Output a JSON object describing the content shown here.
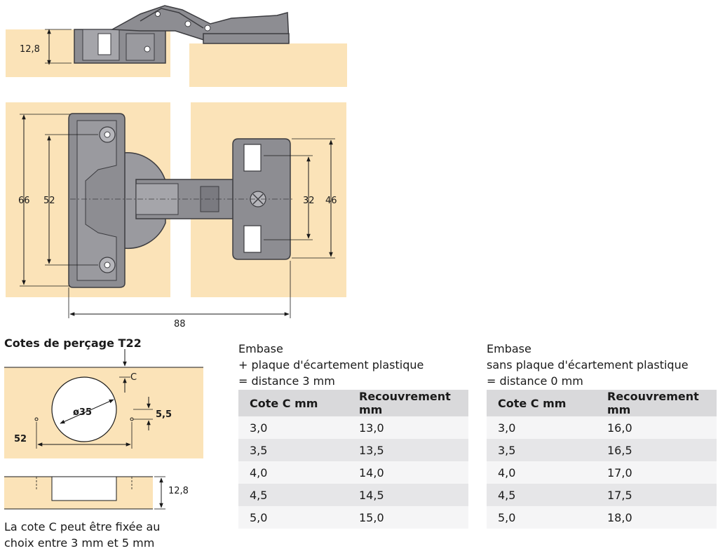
{
  "dims": {
    "side_thickness": "12,8",
    "height_outer": "66",
    "height_inner": "52",
    "plate_inner": "32",
    "plate_outer": "46",
    "width_total": "88"
  },
  "drilling": {
    "title": "Cotes de perçage T22",
    "cote_c": "C",
    "diameter": "ø35",
    "offset": "5,5",
    "distance": "52",
    "depth": "12,8",
    "note_line1": "La cote C peut être fixée au",
    "note_line2": "choix entre 3 mm et 5 mm"
  },
  "tables": [
    {
      "heading_line1": "Embase",
      "heading_line2": "+ plaque d'écartement plastique",
      "heading_line3": "= distance 3 mm",
      "col1": "Cote C mm",
      "col2": "Recouvrement mm",
      "rows": [
        [
          "3,0",
          "13,0"
        ],
        [
          "3,5",
          "13,5"
        ],
        [
          "4,0",
          "14,0"
        ],
        [
          "4,5",
          "14,5"
        ],
        [
          "5,0",
          "15,0"
        ]
      ]
    },
    {
      "heading_line1": "Embase",
      "heading_line2": "sans plaque d'écartement plastique",
      "heading_line3": "= distance 0 mm",
      "col1": "Cote C mm",
      "col2": "Recouvrement mm",
      "rows": [
        [
          "3,0",
          "16,0"
        ],
        [
          "3,5",
          "16,5"
        ],
        [
          "4,0",
          "17,0"
        ],
        [
          "4,5",
          "17,5"
        ],
        [
          "5,0",
          "18,0"
        ]
      ]
    }
  ],
  "colors": {
    "wood": "#fbe3b8",
    "hinge": "#8d8d92",
    "hinge_dark": "#5c5c61",
    "line": "#1a1a1a"
  }
}
